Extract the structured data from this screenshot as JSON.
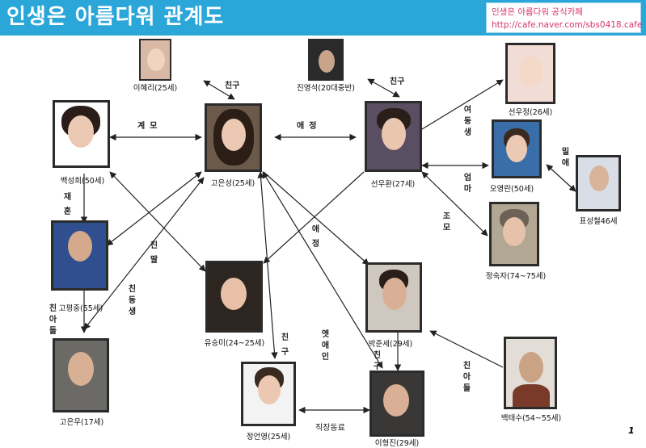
{
  "header": {
    "title": "인생은 아름다워 관계도",
    "cafe_name": "인생은 아름다워 공식카페",
    "cafe_url": "http://cafe.naver.com/sbs0418.cafe"
  },
  "colors": {
    "header_bg": "#2aa6d9",
    "cafe_text": "#d6336c",
    "arrow": "#222222",
    "photo_border": "#2b2b2b"
  },
  "people": {
    "lee_hye_ri": "이혜리(25세)",
    "jin_yeong_seok": "진영석(20대중반)",
    "seon_woo_jeong": "선우정(26세)",
    "baek_seong_hee": "백성희(50세)",
    "go_eun_seong": "고은성(25세)",
    "seon_woo_hwan": "선우환(27세)",
    "o_yeong_ran": "오영란(50세)",
    "pyo_seong_cheol": "표성철46세",
    "go_pyeong_jung": "고평중(55세)",
    "jeong_suk_ja": "정숙자(74~75세)",
    "yu_seung_mi": "유승미(24~25세)",
    "park_jun_se": "박준세(29세)",
    "go_eun_woo": "고은우(17세)",
    "jeong_eon_yeong": "정언영(25세)",
    "lee_hyeong_jin": "이형진(29세)",
    "baek_tae_su": "백태수(54~55세)"
  },
  "relations": {
    "eunseong_hyeri": "친구",
    "woohwan_youngseok": "친구",
    "baek_eunseong": "계모",
    "eunseong_woohwan": "애정",
    "woohwan_woojeong": "여동생",
    "woohwan_youngran": "엄마",
    "youngran_seongcheol": "밀애",
    "woohwan_sukja": "조모",
    "baek_pyeongjung": "재혼",
    "eunseong_pyeongjung": "친딸",
    "baek_seungmi": "친동생",
    "pyeongjung_eunwoo": "친아들",
    "woohwan_seungmi": "애정",
    "eunseong_eonyeong": "친구",
    "eunseong_hyeongjin": "옛애인",
    "junse_hyeongjin": "친구",
    "taesu_junse": "친아들",
    "eonyeong_hyeongjin": "직장동료"
  },
  "page_number": "1"
}
